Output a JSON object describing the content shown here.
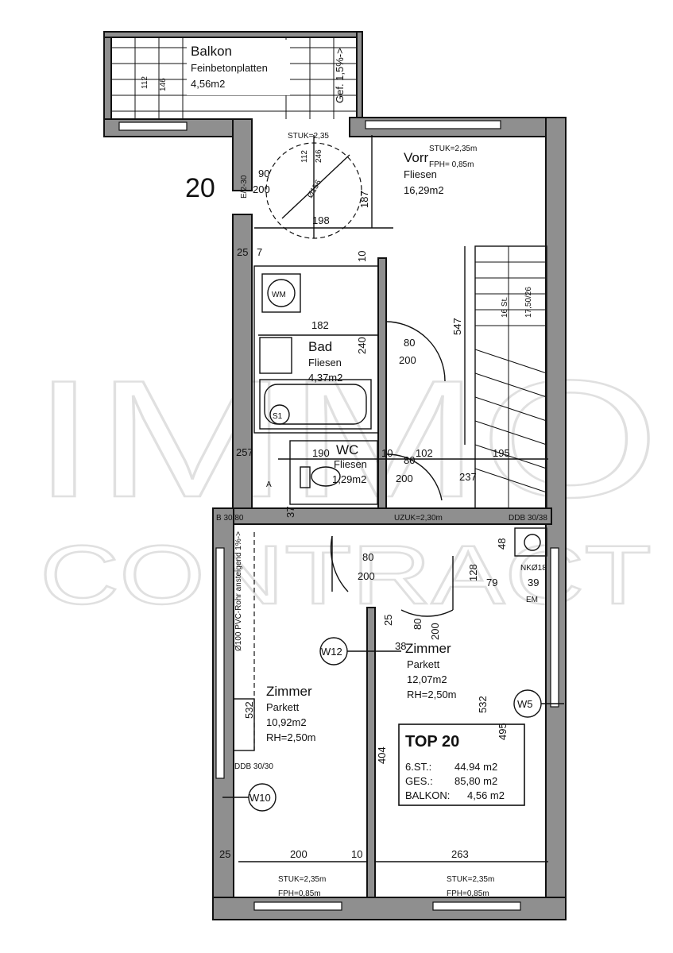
{
  "unit_number": "20",
  "watermark": {
    "line1": "IMMO",
    "line2": "CONTRACT"
  },
  "rooms": {
    "balkon": {
      "name": "Balkon",
      "floor": "Feinbetonplatten",
      "area": "4,56m2",
      "slope": "Gef. 1,5%->",
      "dim1": "112",
      "dim2": "146"
    },
    "vorraum": {
      "name": "Vorr",
      "floor": "Fliesen",
      "area": "16,29m2",
      "stuk": "STUK=2,35m",
      "fph": "FPH= 0,85m"
    },
    "bad": {
      "name": "Bad",
      "floor": "Fliesen",
      "area": "4,37m2"
    },
    "wc": {
      "name": "WC",
      "floor": "Fliesen",
      "area": "1,29m2"
    },
    "zimmer_left": {
      "name": "Zimmer",
      "floor": "Parkett",
      "area": "10,92m2",
      "rh": "RH=2,50m"
    },
    "zimmer_right": {
      "name": "Zimmer",
      "floor": "Parkett",
      "area": "12,07m2",
      "rh": "RH=2,50m"
    }
  },
  "summary": {
    "title": "TOP 20",
    "rows": [
      {
        "label": "6.ST.:",
        "value": "44.94 m2"
      },
      {
        "label": "GES.:",
        "value": "85,80 m2"
      },
      {
        "label": "BALKON:",
        "value": "4,56 m2"
      }
    ]
  },
  "dimensions": {
    "d198": "198",
    "d187": "187",
    "d182": "182",
    "d240": "240",
    "d547": "547",
    "d80a": "80",
    "d200a": "200",
    "d80b": "80",
    "d200b": "200",
    "d80c": "80",
    "d200c": "200",
    "d80d": "80",
    "d200d": "200",
    "d190": "190",
    "d10a": "10",
    "d10b": "10",
    "d10c": "10",
    "d102": "102",
    "d195": "195",
    "d237": "237",
    "d25a": "25",
    "d7": "7",
    "d25b": "25",
    "d25c": "25",
    "d257": "257",
    "d37": "37",
    "d90": "90",
    "d200e": "200",
    "d112": "112",
    "d246": "246",
    "d156": "Ø156",
    "d1230": "E/2-30",
    "d200f": "200",
    "d263": "263",
    "d532a": "532",
    "d532b": "532",
    "d495": "495",
    "d404": "404",
    "d48": "48",
    "d128": "128",
    "d79": "79",
    "d39": "39",
    "d38": "38",
    "stair_steps": "16 St.",
    "stair_rise": "17,50/26"
  },
  "labels": {
    "wm": "WM",
    "s1": "S1",
    "a": "A",
    "stuk_top": "STUK=2,35",
    "uzuk": "UZUK=2,30m",
    "ddb_left": "B 30/80",
    "ddb_right": "DDB 30/38",
    "ddb_small": "DDB 30/30",
    "nk": "NKØ18",
    "em": "EM",
    "w12": "W12",
    "w10": "W10",
    "w5": "W5",
    "pipe": "Ø100 PVC-Rohr ansteigend 1%->",
    "stuk_bl": "STUK=2,35m",
    "fph_bl": "FPH=0,85m",
    "stuk_br": "STUK=2,35m",
    "fph_br": "FPH=0,85m"
  }
}
